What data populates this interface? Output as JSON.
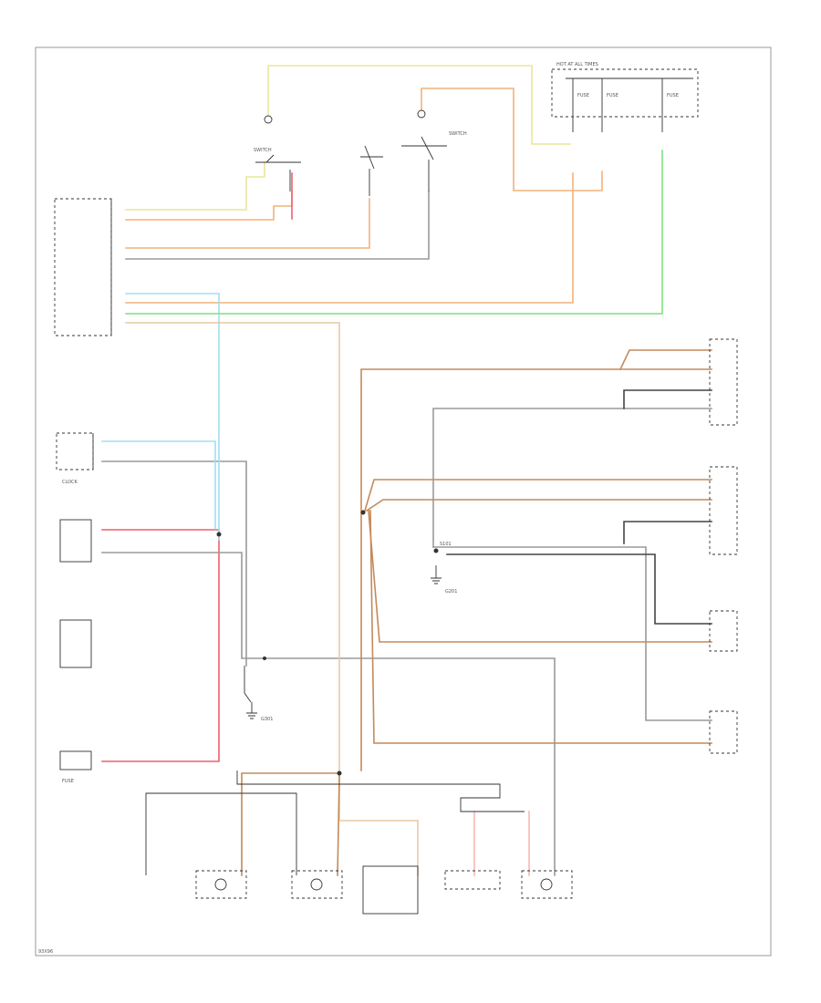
{
  "colors": {
    "yellow": "#e7e79a",
    "orange": "#f2b27a",
    "red": "#ee5f6f",
    "gray": "#9a9a9a",
    "black": "#444444",
    "lightblue": "#9fe0ef",
    "green": "#7fe07f",
    "brown": "#c48a5a",
    "tan": "#e9c9a3",
    "pink": "#f7b9b0",
    "frame": "#999999"
  },
  "labels": {
    "hot_at_all_times": "HOT AT ALL TIMES",
    "fuse_1": "FUSE",
    "fuse_2": "FUSE",
    "fuse_3": "FUSE",
    "switch_top_a": "SWITCH",
    "switch_top_b": "SWITCH",
    "splice_right": "S101",
    "clock": "CLOCK",
    "left_fuse_box": "FUSE",
    "ground_right": "G201",
    "ground_mid": "G301",
    "page_ref": "93X96"
  }
}
